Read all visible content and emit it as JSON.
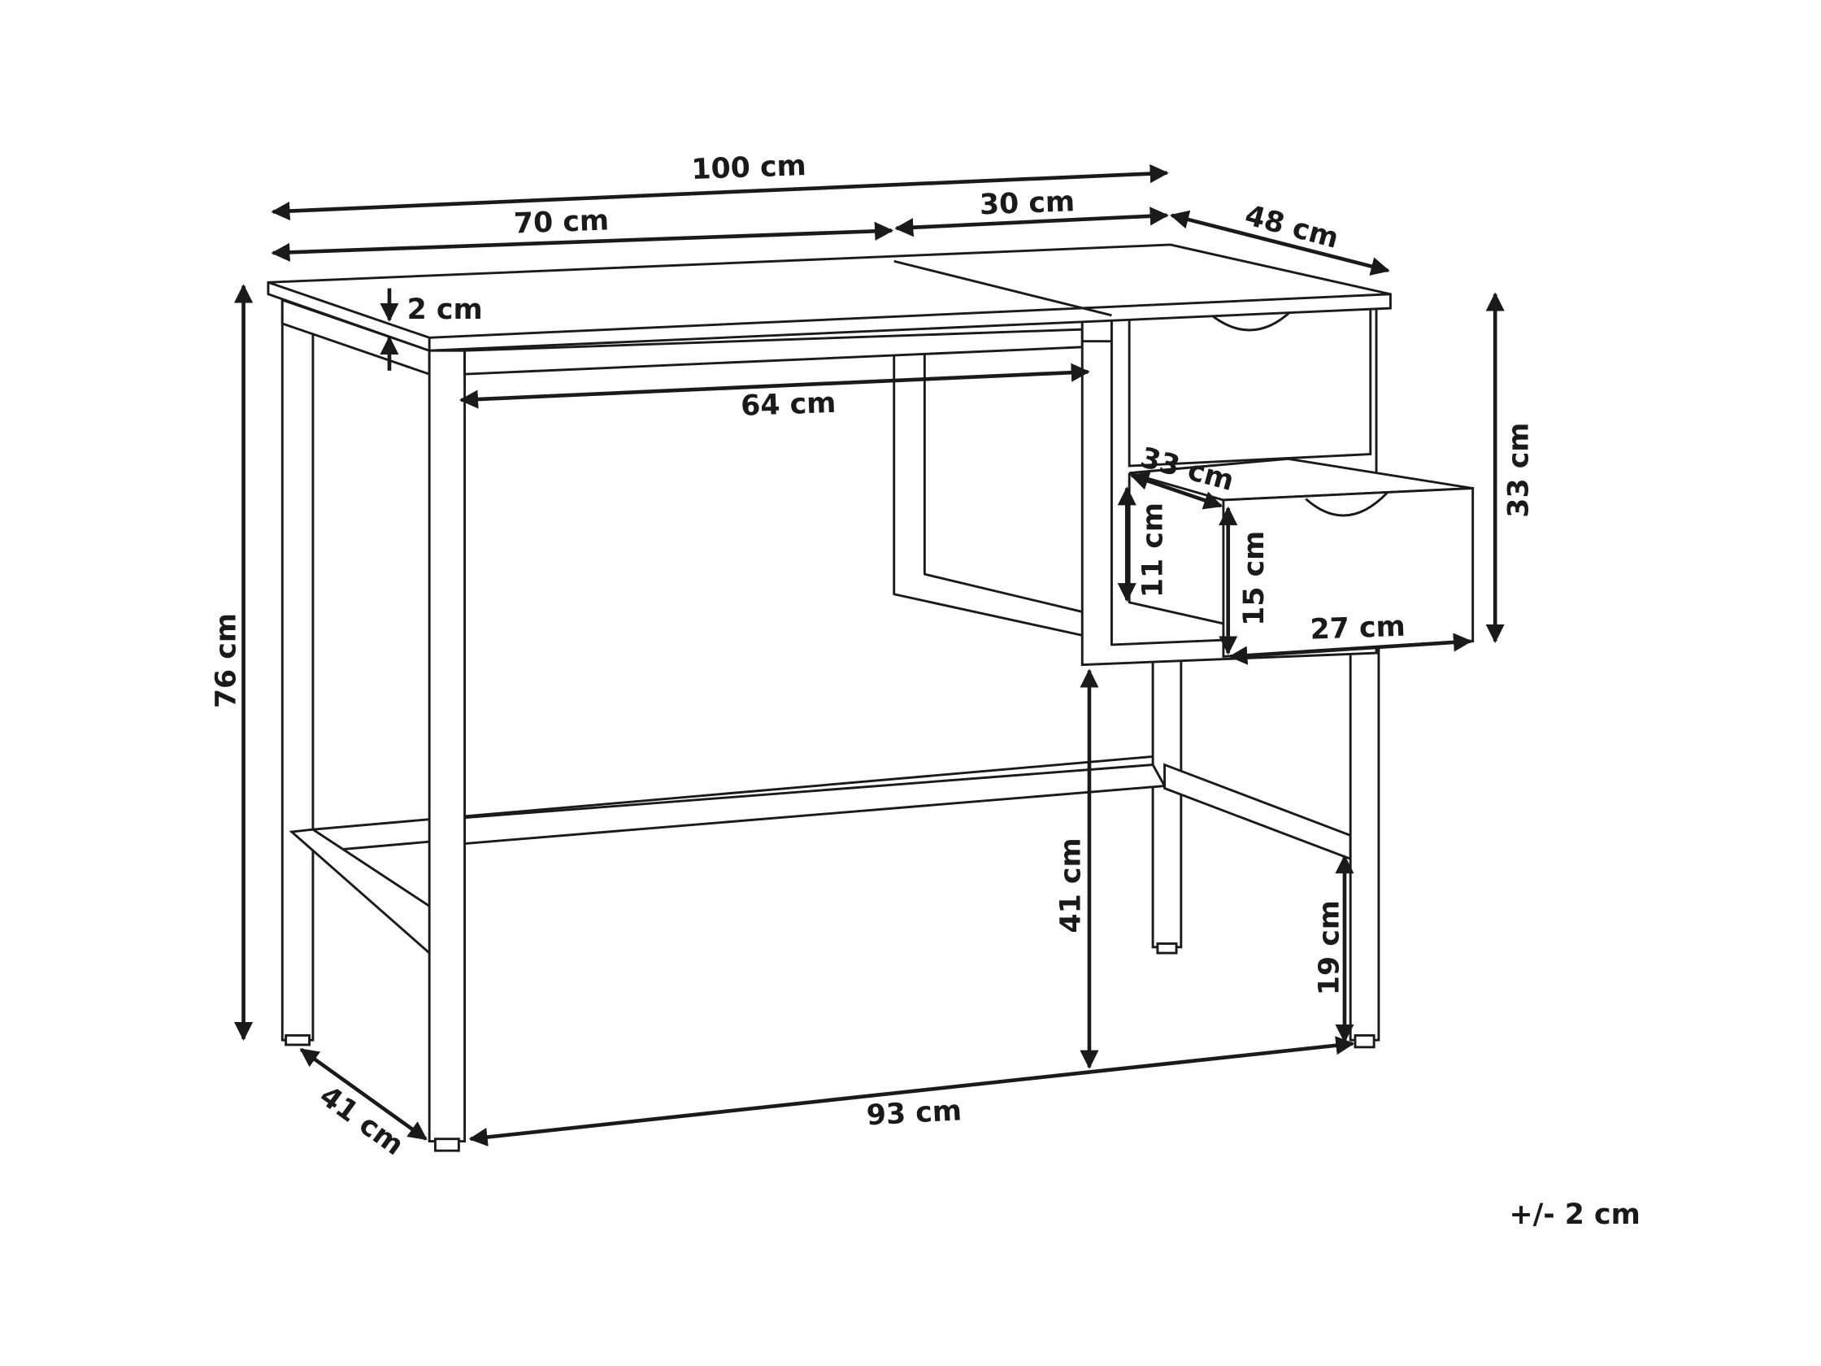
{
  "title": "Desk dimension drawing",
  "dimensions": {
    "total_width": "100 cm",
    "desk_width": "70 cm",
    "cabinet_width": "30 cm",
    "depth": "48 cm",
    "top_thickness": "2 cm",
    "inner_width": "64 cm",
    "height": "76 cm",
    "cabinet_height": "33 cm",
    "drawer_depth": "33 cm",
    "drawer_inner_height": "11 cm",
    "drawer_front_height": "15 cm",
    "drawer_width": "27 cm",
    "cabinet_clearance": "41 cm",
    "stretcher_height": "19 cm",
    "leg_depth": "41 cm",
    "leg_span": "93 cm"
  },
  "tolerance": "+/- 2 cm"
}
